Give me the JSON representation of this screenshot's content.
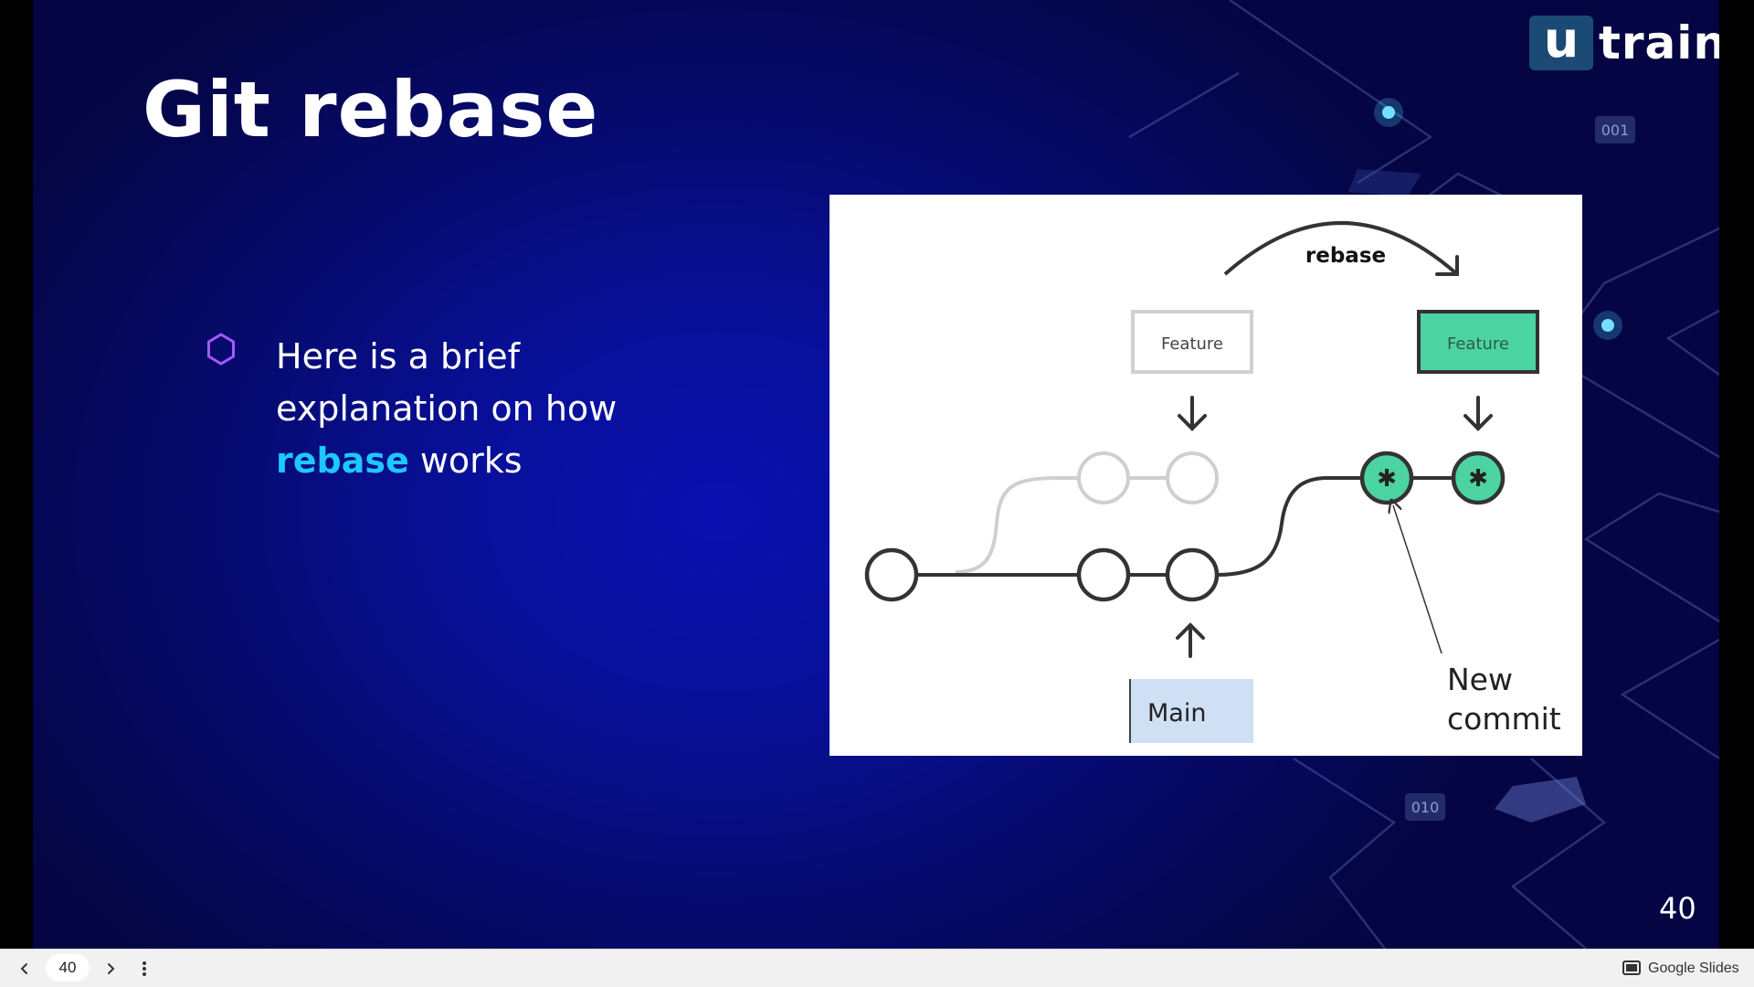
{
  "slide": {
    "title": "Git rebase",
    "logo": {
      "mark": "u",
      "word": "train"
    },
    "bullet": {
      "icon": "hexagon-icon",
      "line1": "Here is a brief",
      "line2": "explanation on how",
      "accent_word": "rebase",
      "line3_rest": " works"
    },
    "slide_number": "40",
    "deco_labels": {
      "top": "001",
      "bottom": "010"
    },
    "colors": {
      "title": "#ffffff",
      "accent": "#1ec8ff",
      "bullet_icon": "#a259ff",
      "feature_highlight": "#4cd3a2",
      "main_box": "#cfe0f5",
      "logo_box": "#1b4a74"
    }
  },
  "figure": {
    "arc_label": "rebase",
    "old_feature_label": "Feature",
    "new_feature_label": "Feature",
    "main_label": "Main",
    "annotation_line1": "New",
    "annotation_line2": "commit"
  },
  "player": {
    "page_value": "40",
    "brand_label": "Google Slides",
    "prev_icon": "chevron-left-icon",
    "next_icon": "chevron-right-icon",
    "menu_icon": "more-vertical-icon",
    "brand_icon": "slides-icon"
  }
}
